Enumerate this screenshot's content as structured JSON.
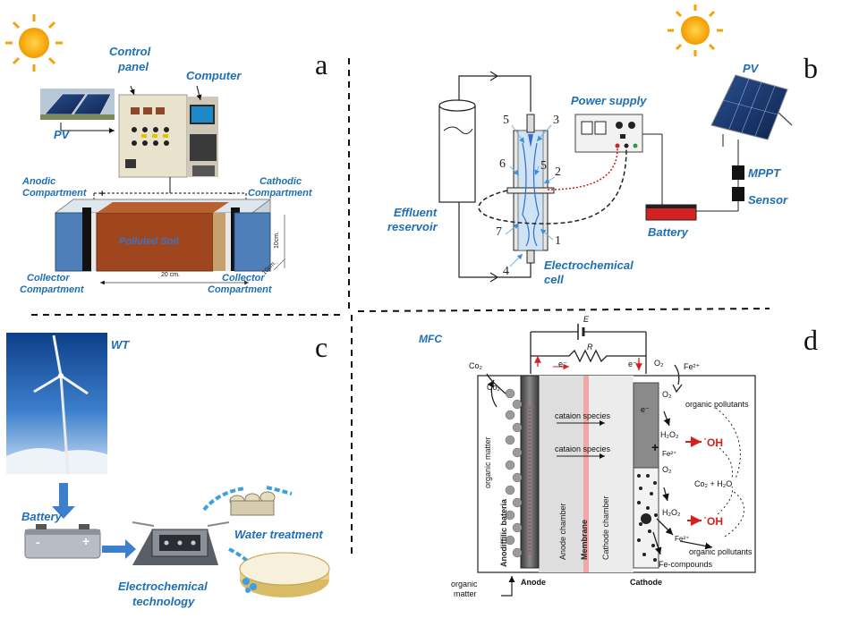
{
  "panels": {
    "a": {
      "letter": "a",
      "control_panel_1": "Control",
      "control_panel_2": "panel",
      "computer": "Computer",
      "pv": "PV",
      "anodic_1": "Anodic",
      "anodic_2": "Compartment",
      "cathodic_1": "Cathodic",
      "cathodic_2": "Compartment",
      "polluted_soil": "Polluted Soil",
      "collector_left_1": "Collector",
      "collector_left_2": "Compartment",
      "collector_right_1": "Collector",
      "collector_right_2": "Compartment",
      "dim_length": "20 cm.",
      "dim_height": "10cm.",
      "dim_depth": "10cm.",
      "plus": "+",
      "minus": "-"
    },
    "b": {
      "letter": "b",
      "power_supply": "Power supply",
      "pv": "PV",
      "mppt": "MPPT",
      "sensor": "Sensor",
      "battery": "Battery",
      "effluent_1": "Effluent",
      "effluent_2": "reservoir",
      "cell_1": "Electrochemical",
      "cell_2": "cell",
      "numbers": [
        "5",
        "3",
        "6",
        "5",
        "2",
        "7",
        "1",
        "4"
      ]
    },
    "c": {
      "letter": "c",
      "wt": "WT",
      "battery": "Battery",
      "minus": "-",
      "plus": "+",
      "water_treatment": "Water treatment",
      "tech_1": "Electrochemical",
      "tech_2": "technology"
    },
    "d": {
      "letter": "d",
      "mfc": "MFC",
      "e": "E",
      "r": "R",
      "e_minus_1": "e⁻",
      "e_minus_2": "e⁻",
      "e_minus_3": "e⁻",
      "co2_outer": "Co₂",
      "co2_inner": "Co₂",
      "o2_top": "O₂",
      "fe_top": "Fe²⁺",
      "o2_a": "O₂",
      "organic_pollutants_1": "organic pollutants",
      "h2o2_a": "H₂O₂",
      "fe_a": "Fe²⁺",
      "oh_a": "˙OH",
      "cation_1": "cataion species",
      "cation_2": "cataion species",
      "o2_b": "O₂",
      "co2_h2o": "Co₂ + H₂O",
      "h2o2_b": "H₂O₂",
      "oh_b": "˙OH",
      "fe_b": "Fe²⁺",
      "organic_pollutants_2": "organic pollutants",
      "fe_compounds": "Fe-compounds",
      "organic_matter_1": "organic matter",
      "anodiffilic": "Anodiffilic bateria",
      "anode_chamber": "Anode chamber",
      "membrane": "Membrane",
      "cathode_chamber": "Cathode chamber",
      "organic_matter_2": "organic",
      "organic_matter_3": "matter",
      "anode": "Anode",
      "cathode": "Cathode"
    }
  },
  "colors": {
    "accent_blue": "#1f6fb5",
    "soil": "#a0461f",
    "compartment_blue": "#4e7fb8",
    "battery_red": "#d42020",
    "membrane_pink": "#f3a6a6",
    "sun": "#f5a20a"
  }
}
